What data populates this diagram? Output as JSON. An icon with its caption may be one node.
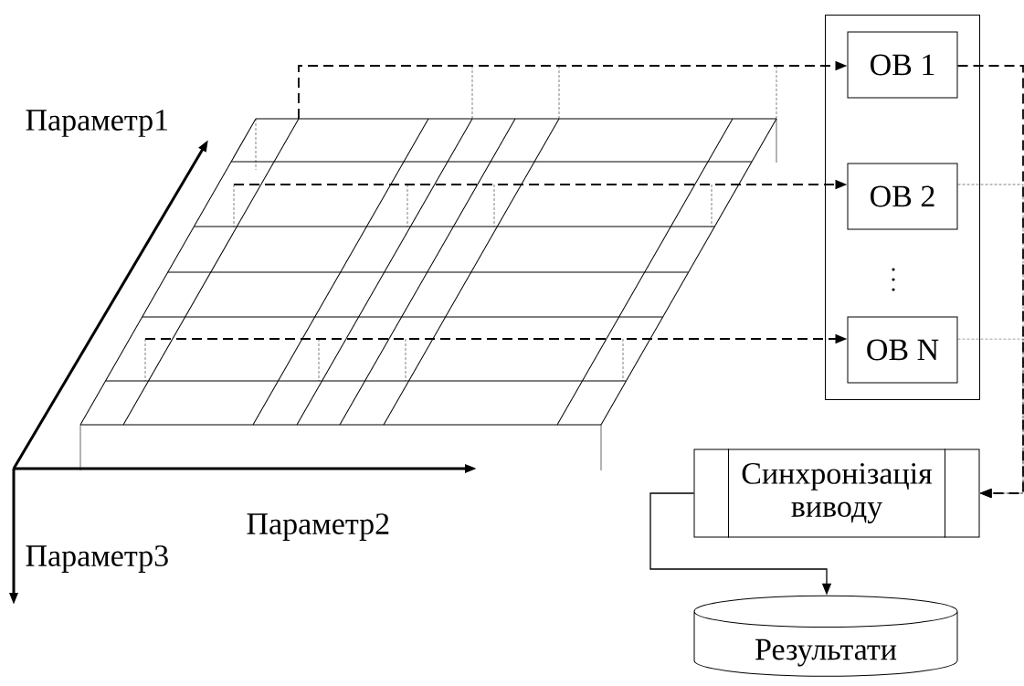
{
  "diagram": {
    "nodes": [
      {
        "text": [],
        "shape": "grid"
      },
      {
        "text": [],
        "shape": "box"
      },
      {
        "text": [
          "OB 1"
        ],
        "in": 1
      },
      {
        "text": [
          "OB 2"
        ],
        "in": 1
      },
      {
        "text": [
          "OB N"
        ],
        "in": 1
      },
      {
        "text": [
          "Синхронізація виводу"
        ]
      },
      {
        "text": [
          "Результати"
        ]
      }
    ],
    "edges": [
      {
        "from": 0,
        "to": 2,
        "arrow": "to",
        "style": "dashed"
      },
      {
        "from": 0,
        "to": 3,
        "arrow": "to",
        "style": "dashed"
      },
      {
        "from": 0,
        "to": 4,
        "arrow": "to",
        "style": "dashed"
      },
      {
        "from": 2,
        "to": 5,
        "arrow": "to",
        "style": "dashed"
      },
      {
        "from": 3,
        "to": 5,
        "arrow": "to",
        "style": "dashed"
      },
      {
        "from": 4,
        "to": 5,
        "arrow": "to",
        "style": "dashed"
      },
      {
        "from": 5,
        "to": 6,
        "arrow": "to"
      }
    ],
    "labels": [
      "Параметр1",
      "Параметр2",
      "Параметр3"
    ]
  }
}
